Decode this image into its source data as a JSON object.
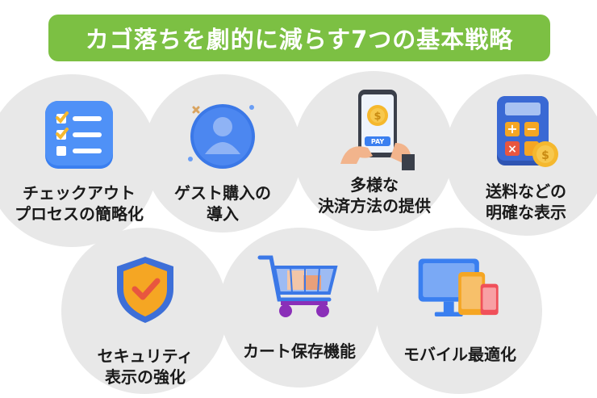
{
  "title": "カゴ落ちを劇的に減らす7つの基本戦略",
  "items": [
    {
      "lines": [
        "チェックアウト",
        "プロセスの簡略化"
      ],
      "icon": "checklist-icon"
    },
    {
      "lines": [
        "ゲスト購入の",
        "導入"
      ],
      "icon": "guest-user-icon"
    },
    {
      "lines": [
        "多様な",
        "決済方法の提供"
      ],
      "icon": "mobile-payment-icon",
      "pay_text": "PAY"
    },
    {
      "lines": [
        "送料などの",
        "明確な表示"
      ],
      "icon": "calculator-icon"
    },
    {
      "lines": [
        "セキュリティ",
        "表示の強化"
      ],
      "icon": "shield-check-icon"
    },
    {
      "lines": [
        "カート保存機能"
      ],
      "icon": "shopping-cart-icon"
    },
    {
      "lines": [
        "モバイル最適化"
      ],
      "icon": "devices-icon"
    }
  ],
  "colors": {
    "banner": "#7cc043",
    "circle": "#e8e8e8",
    "accent_blue": "#3a7ff0",
    "accent_orange": "#f5a623"
  }
}
